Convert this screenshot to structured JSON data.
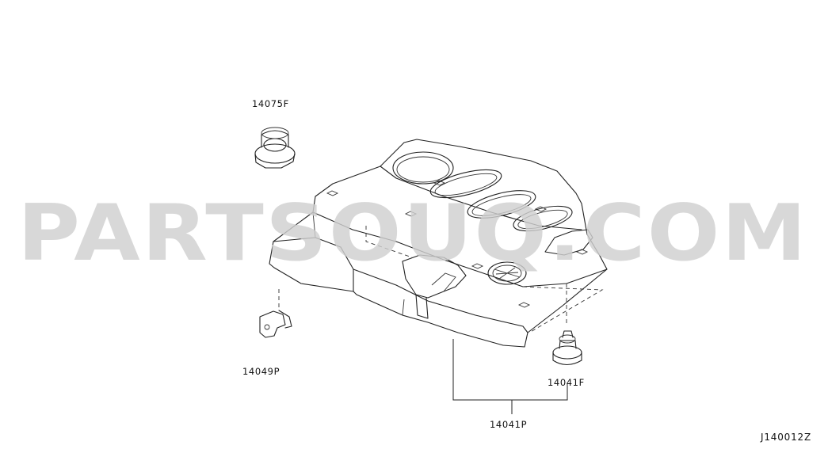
{
  "watermark": "PARTSOUQ.COM",
  "diagram_code": "J140012Z",
  "parts": {
    "clip_top": "14075F",
    "bracket": "14049P",
    "grommet": "14041F",
    "engine_cover": "14041P"
  }
}
